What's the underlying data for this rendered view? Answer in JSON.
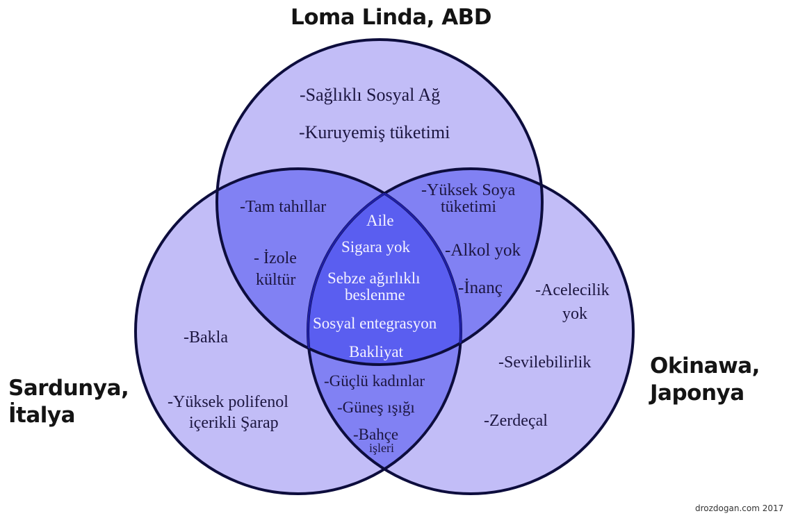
{
  "diagram": {
    "type": "venn-3",
    "colors": {
      "single": "#c2bdf7",
      "double": "#8181f3",
      "triple": "#5a5ef0",
      "outline": "#0d0d3d",
      "inner_outline": "#1f1fa5"
    },
    "sets": {
      "top": {
        "title": "Loma Linda, ABD"
      },
      "left": {
        "title_line1": "Sardunya,",
        "title_line2": "İtalya"
      },
      "right": {
        "title_line1": "Okinawa,",
        "title_line2": "Japonya"
      }
    },
    "regions": {
      "top_only": [
        "-Sağlıklı Sosyal Ağ",
        "-Kuruyemiş tüketimi"
      ],
      "top_left": [
        "-Tam tahıllar",
        "- İzole",
        "kültür"
      ],
      "top_right": [
        "-Yüksek Soya",
        "tüketimi",
        "-Alkol yok",
        "-İnanç"
      ],
      "all_three": [
        "Aile",
        "Sigara yok",
        "Sebze ağırlıklı",
        "beslenme",
        "Sosyal entegrasyon",
        "Bakliyat"
      ],
      "left_right": [
        "-Güçlü kadınlar",
        "-Güneş ışığı",
        "-Bahçe",
        "işleri"
      ],
      "left_only": [
        "-Bakla",
        "-Yüksek polifenol",
        "içerikli Şarap"
      ],
      "right_only": [
        "-Acelecilik",
        "yok",
        "-Sevilebilirlik",
        "-Zerdeçal"
      ]
    },
    "credit": "drozdogan.com 2017"
  }
}
